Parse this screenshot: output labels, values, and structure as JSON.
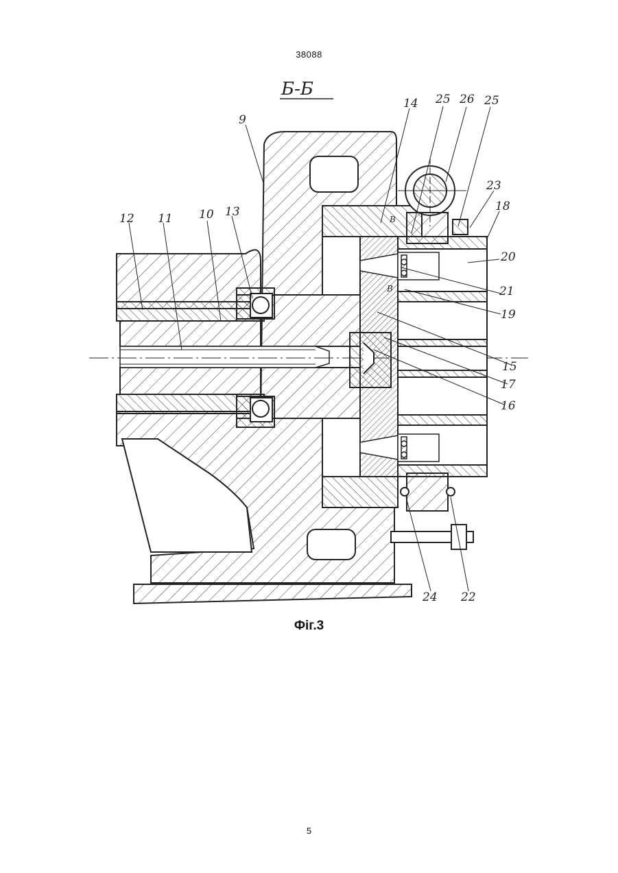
{
  "header": {
    "doc_number": "38088"
  },
  "figure": {
    "section_title": "Б-Б",
    "section_marks": [
      "В",
      "В"
    ],
    "labels": [
      "9",
      "12",
      "11",
      "10",
      "13",
      "14",
      "25",
      "26",
      "25",
      "23",
      "18",
      "20",
      "21",
      "19",
      "15",
      "17",
      "16",
      "24",
      "22"
    ]
  },
  "caption": "Фіг.3",
  "footer": {
    "page_number": "5"
  }
}
